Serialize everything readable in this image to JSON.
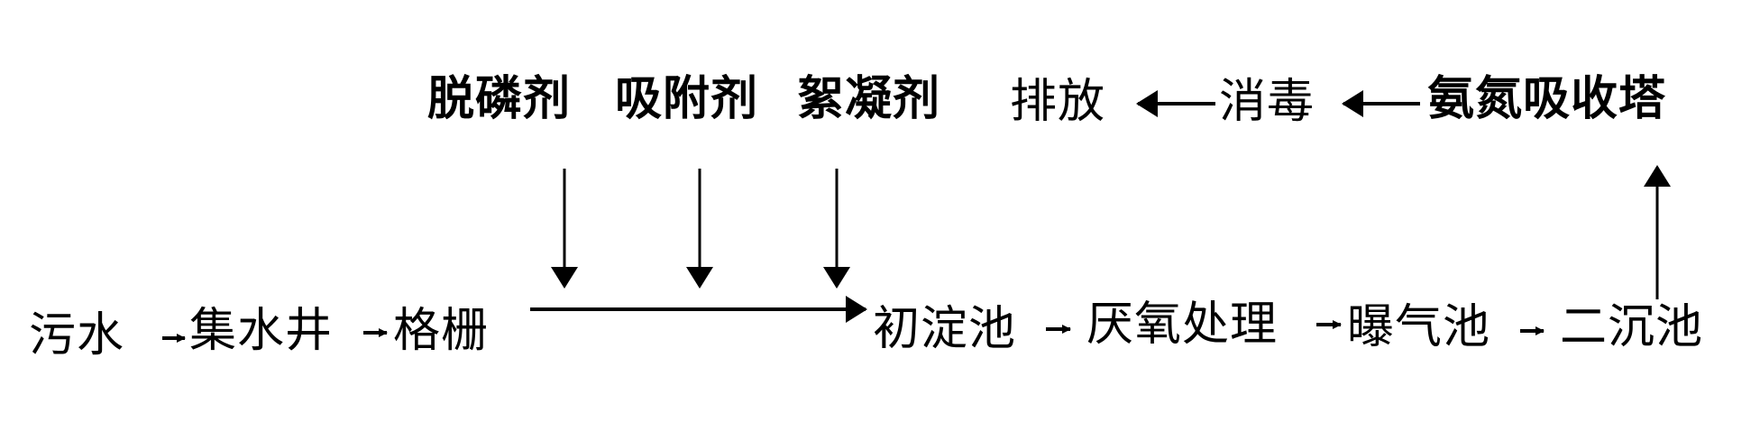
{
  "diagram": {
    "top_row": {
      "chem_phosphorus": "脱磷剂",
      "chem_adsorbent": "吸附剂",
      "chem_flocculant": "絮凝剂",
      "discharge": "排放",
      "disinfection": "消毒",
      "ammonia_tower": "氨氮吸收塔"
    },
    "bottom_row": {
      "sewage": "污水",
      "collection_well": "集水井",
      "screen": "格栅",
      "primary_clarifier": "初淀池",
      "anaerobic_treatment": "厌氧处理",
      "aeration_tank": "曝气池",
      "secondary_clarifier": "二沉池"
    },
    "colors": {
      "ink": "#000000",
      "background": "#ffffff"
    }
  }
}
